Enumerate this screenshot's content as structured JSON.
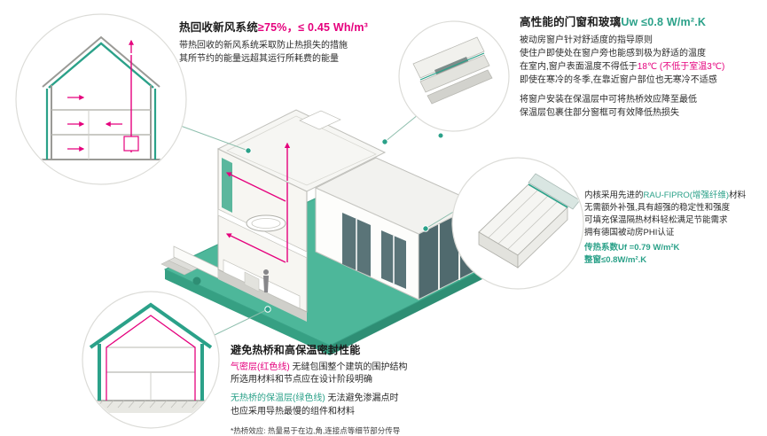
{
  "colors": {
    "accent_green": "#2ba189",
    "magenta": "#e5007d",
    "platform_teal": "#4db79a",
    "glass": "#506a6e"
  },
  "ventilation_section": {
    "title_black": "热回收新风系统",
    "title_red": "≥75%，≤ 0.45 Wh/m³",
    "line1": "带热回收的新风系统采取防止热损失的措施",
    "line2": "其所节约的能量远超其运行所耗费的能量"
  },
  "windows_section": {
    "title_black": "高性能的门窗和玻璃",
    "title_green": "Uw ≤0.8 W/m².K",
    "line1": "被动房窗户针对舒适度的指导原则",
    "line2": "使住户即使处在窗户旁也能感到极为舒适的温度",
    "line3_black": "在室内,窗户表面温度不得低于",
    "line3_red": "18℃ (不低于室温3℃)",
    "line4": "即使在寒冷的冬季,在靠近窗户部位也无寒冷不适感",
    "line5": "将窗户安装在保温层中可将热桥效应降至最低",
    "line6": "保温层包裹住部分窗框可有效降低热损失"
  },
  "frame_section": {
    "line1_black_a": "内核采用先进的",
    "line1_green": "RAU-FIPRO(增强纤维)",
    "line1_black_b": "材料",
    "line2": "无需额外补强,具有超强的稳定性和强度",
    "line3": "可填充保温隔热材料轻松满足节能需求",
    "line4": "拥有德国被动房PHI认证",
    "line5_green": "传热系数Uf =0.79 W/m²K",
    "line6_green": "整窗≤0.8W/m².K"
  },
  "thermal_section": {
    "title": "避免热桥和高保温密封性能",
    "line1_red": "气密层(红色线)",
    "line1_black": " 无缝包围整个建筑的围护结构",
    "line2": "所选用材料和节点应在设计阶段明确",
    "line3_green": "无热桥的保温层(绿色线)",
    "line3_black": " 无法避免渗漏点时",
    "line4": "也应采用导热最慢的组件和材料",
    "note": "*热桥效应: 热量易于在边,角,连接点等细节部分传导"
  }
}
